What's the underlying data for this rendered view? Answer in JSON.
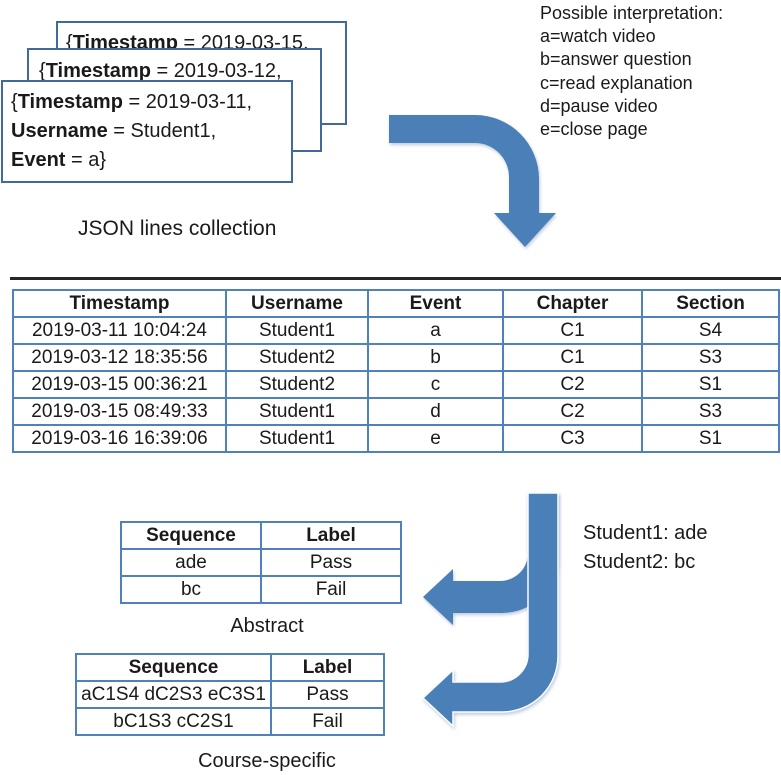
{
  "colors": {
    "accent_arrow": "#4b7fb7",
    "table_border": "#4f81bd",
    "card_border": "#41699c",
    "text": "#1a1a1a",
    "dark_line": "#262626"
  },
  "json_cards": {
    "caption": "JSON lines collection",
    "back": {
      "pre": "{",
      "key": "Timestamp",
      "rest": " = 2019-03-15,"
    },
    "middle": {
      "pre": "{",
      "key": "Timestamp",
      "rest": " = 2019-03-12,"
    },
    "front": {
      "lines": [
        {
          "pre": "{",
          "key": "Timestamp",
          "rest": " = 2019-03-11,"
        },
        {
          "pre": "",
          "key": "Username",
          "rest": " = Student1,"
        },
        {
          "pre": "",
          "key": "Event",
          "rest": " = a}"
        }
      ]
    }
  },
  "interpretation": {
    "title": "Possible interpretation:",
    "items": [
      "a=watch video",
      "b=answer question",
      "c=read explanation",
      "d=pause video",
      "e=close page"
    ]
  },
  "event_table": {
    "headers": [
      "Timestamp",
      "Username",
      "Event",
      "Chapter",
      "Section"
    ],
    "rows": [
      [
        "2019-03-11 10:04:24",
        "Student1",
        "a",
        "C1",
        "S4"
      ],
      [
        "2019-03-12 18:35:56",
        "Student2",
        "b",
        "C1",
        "S3"
      ],
      [
        "2019-03-15 00:36:21",
        "Student2",
        "c",
        "C2",
        "S1"
      ],
      [
        "2019-03-15 08:49:33",
        "Student1",
        "d",
        "C2",
        "S3"
      ],
      [
        "2019-03-16 16:39:06",
        "Student1",
        "e",
        "C3",
        "S1"
      ]
    ]
  },
  "abstract_table": {
    "caption": "Abstract",
    "headers": [
      "Sequence",
      "Label"
    ],
    "rows": [
      [
        "ade",
        "Pass"
      ],
      [
        "bc",
        "Fail"
      ]
    ]
  },
  "course_table": {
    "caption": "Course-specific",
    "headers": [
      "Sequence",
      "Label"
    ],
    "rows": [
      [
        "aC1S4 dC2S3 eC3S1",
        "Pass"
      ],
      [
        "bC1S3 cC2S1",
        "Fail"
      ]
    ]
  },
  "sequence_note": {
    "lines": [
      "Student1: ade",
      "Student2: bc"
    ]
  }
}
